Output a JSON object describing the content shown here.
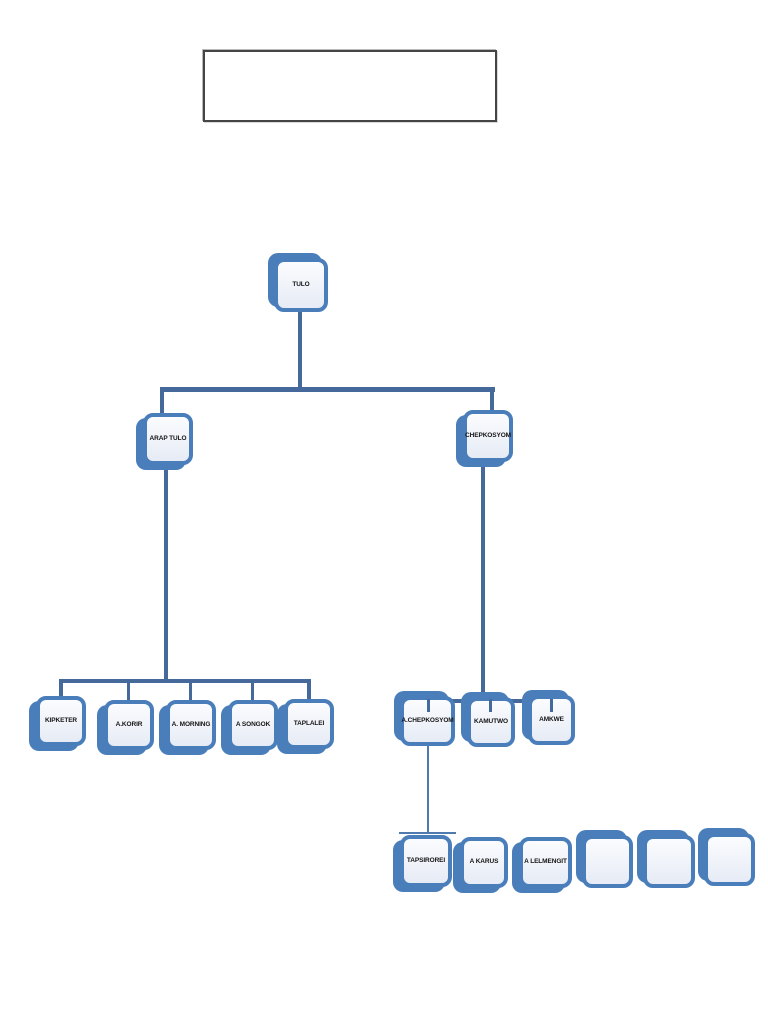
{
  "header_box": {
    "text": ""
  },
  "colors": {
    "accent": "#4a7ebb",
    "connector": "#46699c",
    "node_fill_top": "#fbfcfe",
    "node_fill_bottom": "#e6ebf5",
    "header_border": "#454545"
  },
  "nodes": {
    "root": "TULO",
    "branch_left": "ARAP TULO",
    "branch_right": "CHEPKOSYOM",
    "left_children": [
      "KIPKETER",
      "A.KORIR",
      "A. MORNING",
      "A SONGOK",
      "TAPLALEI"
    ],
    "right_children": [
      "A.CHEPKOSYOM",
      "KAMUTWO",
      "AMKWE"
    ],
    "grandchildren": [
      "TAPSIROREI",
      "A KARUS",
      "A LELMENGIT",
      "",
      "",
      ""
    ]
  }
}
